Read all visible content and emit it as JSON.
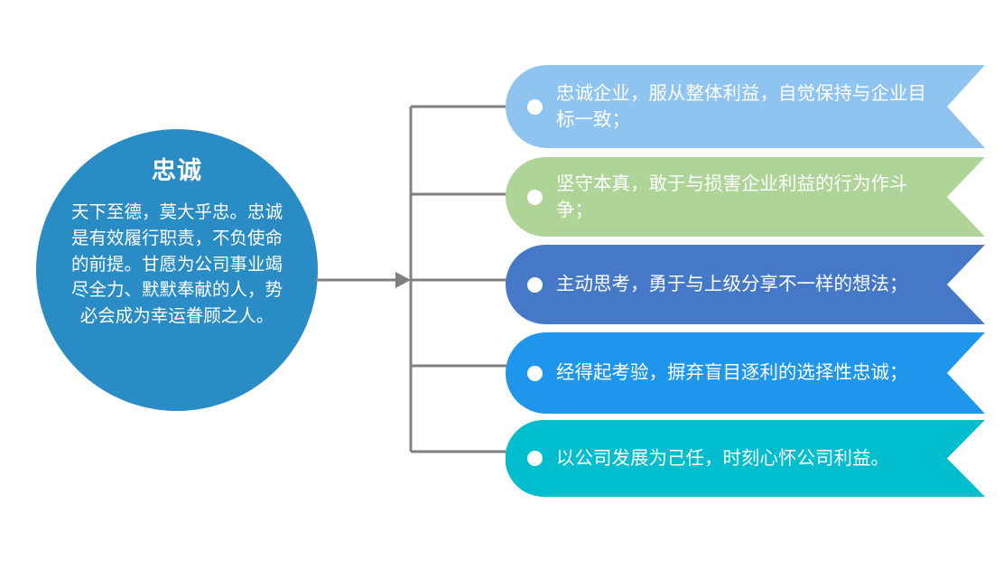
{
  "hub": {
    "title": "忠诚",
    "body": "天下至德，莫大乎忠。忠诚是有效履行职责，不负使命的前提。甘愿为公司事业竭尽全力、默默奉献的人，势必会成为幸运眷顾之人。",
    "color": "#2A8CC5"
  },
  "connector": {
    "color": "#808080",
    "arrow_name": "arrow-to-branch"
  },
  "banners": [
    {
      "text": "忠诚企业，服从整体利益，自觉保持与企业目标一致；",
      "color": "#8FC4F0",
      "bullet_color": "#FFFFFF"
    },
    {
      "text": "坚守本真，敢于与损害企业利益的行为作斗争；",
      "color": "#AED597",
      "bullet_color": "#FFFFFF"
    },
    {
      "text": "主动思考，勇于与上级分享不一样的想法；",
      "color": "#4579C8",
      "bullet_color": "#FFFFFF"
    },
    {
      "text": "经得起考验，摒弃盲目逐利的选择性忠诚；",
      "color": "#1E96EC",
      "bullet_color": "#FFFFFF"
    },
    {
      "text": "以公司发展为己任，时刻心怀公司利益。",
      "color": "#00BECD",
      "bullet_color": "#FFFFFF"
    }
  ]
}
